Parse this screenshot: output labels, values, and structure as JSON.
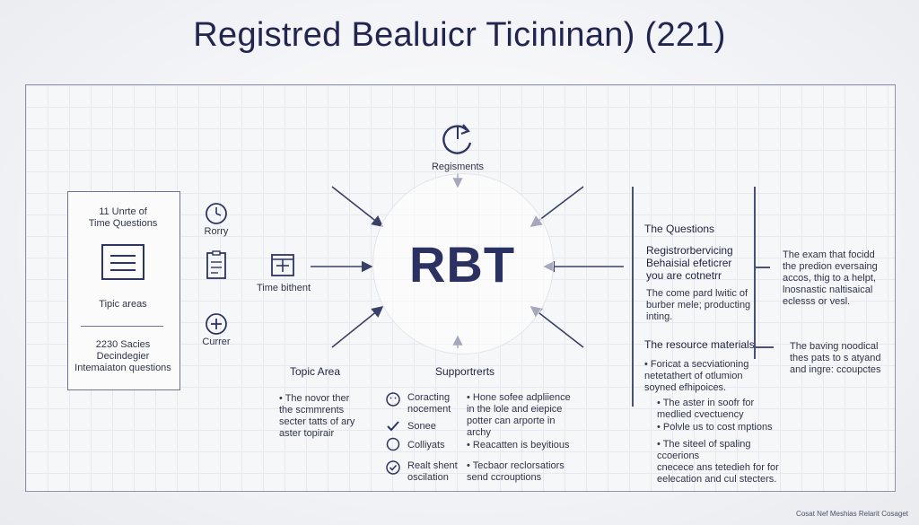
{
  "title": "Registred Bealuicr Ticininan) (221)",
  "center": {
    "label": "RBT"
  },
  "top": {
    "label": "Regisments"
  },
  "left_box": {
    "header": "11 Unrte of\nTime Questions",
    "mid": "Tipic areas",
    "bottom": "2230 Sacies\nDecindegier\nIntemaiaton questions"
  },
  "icons_col": {
    "a": "Rorry",
    "b": "Currer"
  },
  "time_label": "Time bithent",
  "topic_area": {
    "heading": "Topic Area",
    "bullet": "•  The novor ther\n   the scmmrents\n   secter tatts of ary\n   aster topirair"
  },
  "supports": {
    "heading": "Supportrerts",
    "items": [
      "Coracting\nnocement",
      "Sonee",
      "Colliyats",
      "Realt shent\noscilation"
    ],
    "bullets": [
      "•  Hone sofee adpliience\n   in the lole and eiepice\n   potter can arporte in\n   archy",
      "•  Reacatten is beyitious",
      "•  Tecbaor reclorsatiors\n   send ccrouptions"
    ]
  },
  "right": {
    "questions_heading": "The Questions",
    "questions_sub": "Registrorbervicing\nBehaisial efeticrer\nyou are cotnetrr",
    "questions_text": "The come pard lwitic of\nburber mele; producting\ninting.",
    "resource_heading": "The resource materials",
    "resource_items": [
      "•  Foricat a secviationing\n   netetathert of otlumion\n   soyned efhipoices.",
      "•  The aster in soofr for\n   medlied cvectuency",
      "•  Polvle us to cost mptions",
      "•  The siteel of spaling ccoerions\n   cnecece ans tetedieh for for\n   eelecation and cul stecters."
    ],
    "far_right_a": "The exam that focidd\nthe predion eversaing\naccos, thig to a helpt,\nlnosnastic naltisaical\neclesss or vesl.",
    "far_right_b": "The baving noodical\nthes pats to s atyand\nand ingre: ccoupctes"
  },
  "footer": "Cosat Nef Meshias Relarit Cosaget"
}
